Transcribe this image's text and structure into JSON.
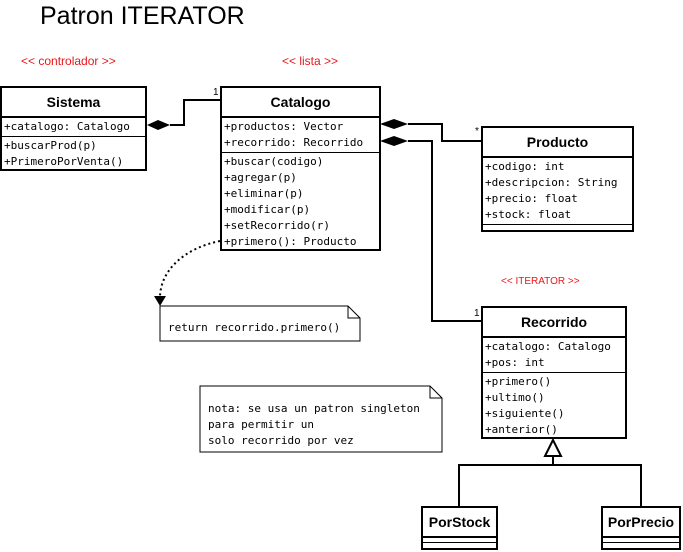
{
  "title": "Patron ITERATOR",
  "stereotypes": {
    "controlador": "<< controlador >>",
    "lista": "<< lista >>",
    "iterator": "<< ITERATOR >>"
  },
  "classes": {
    "sistema": {
      "name": "Sistema",
      "attributes": [
        "+catalogo: Catalogo"
      ],
      "methods": [
        "+buscarProd(p)",
        "+PrimeroPorVenta()"
      ]
    },
    "catalogo": {
      "name": "Catalogo",
      "attributes": [
        "+productos: Vector",
        "+recorrido: Recorrido"
      ],
      "methods": [
        "+buscar(codigo)",
        "+agregar(p)",
        "+eliminar(p)",
        "+modificar(p)",
        "+setRecorrido(r)",
        "+primero(): Producto"
      ]
    },
    "producto": {
      "name": "Producto",
      "attributes": [
        "+codigo: int",
        "+descripcion: String",
        "+precio: float",
        "+stock: float"
      ],
      "methods": []
    },
    "recorrido": {
      "name": "Recorrido",
      "attributes": [
        "+catalogo: Catalogo",
        "+pos: int"
      ],
      "methods": [
        "+primero()",
        "+ultimo()",
        "+siguiente()",
        "+anterior()"
      ]
    },
    "porstock": {
      "name": "PorStock",
      "attributes": [],
      "methods": []
    },
    "porprecio": {
      "name": "PorPrecio",
      "attributes": [],
      "methods": []
    }
  },
  "notes": {
    "primero_note": "return recorrido.primero()",
    "singleton_note": [
      "nota: se usa un patron singleton",
      "para permitir un",
      "solo recorrido por vez"
    ]
  },
  "multiplicities": {
    "sistema_catalogo": "1",
    "catalogo_producto": "*",
    "catalogo_recorrido": "1"
  }
}
